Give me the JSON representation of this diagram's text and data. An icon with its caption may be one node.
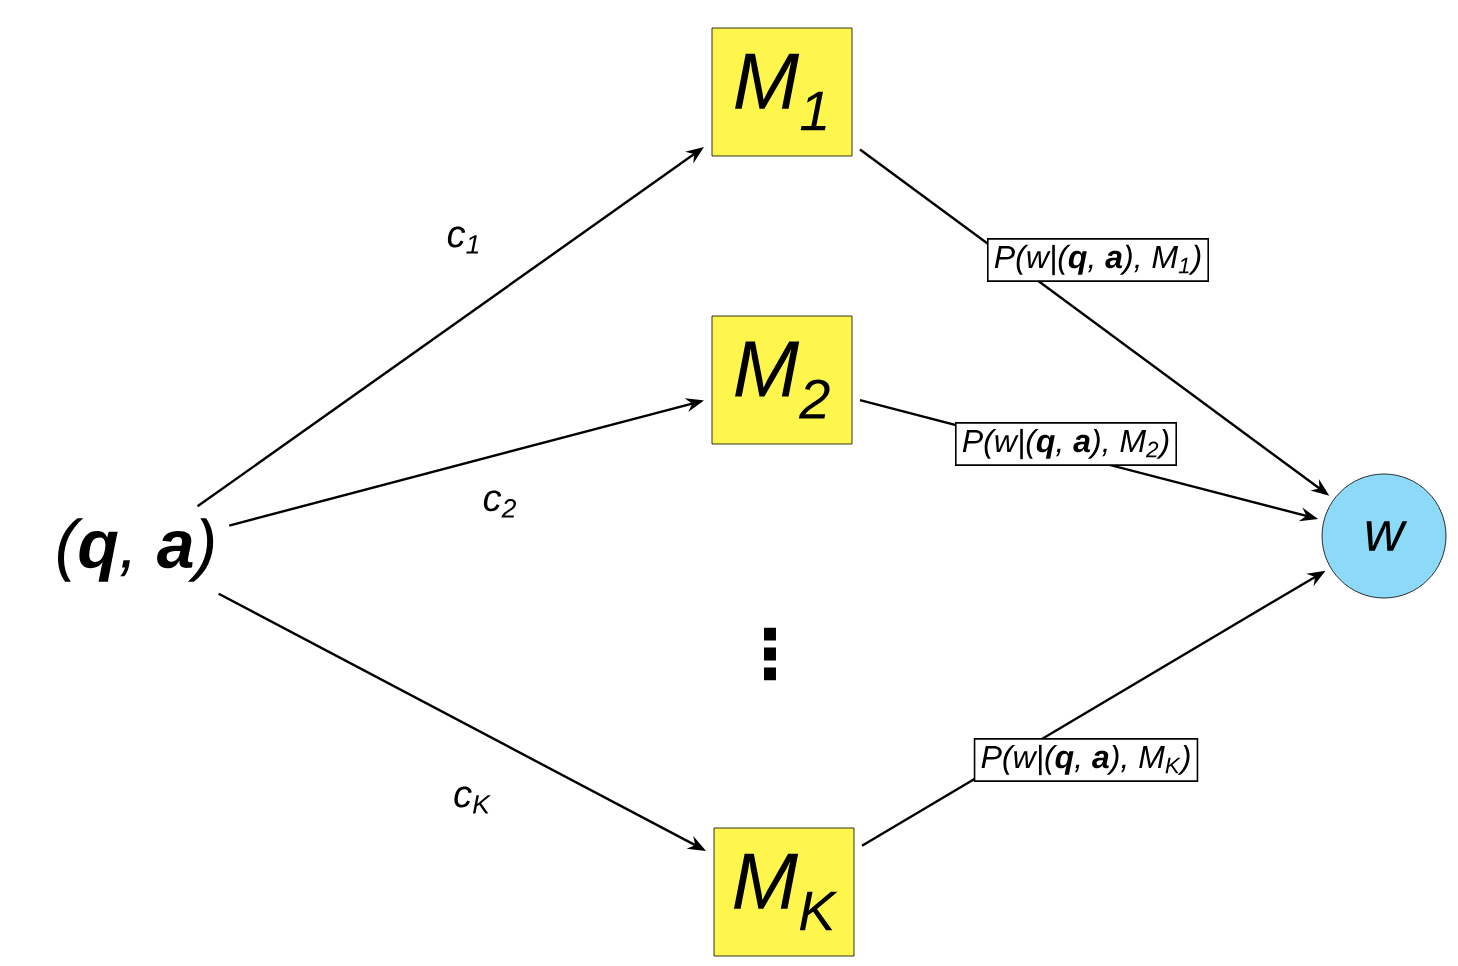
{
  "diagram": {
    "nodes": [
      {
        "text": [
          "(**q**, **a**)"
        ]
      },
      {
        "text": [
          "M$_{1}$"
        ]
      },
      {
        "text": [
          "M$_{2}$"
        ]
      },
      {
        "text": [
          "M$_{K}$"
        ]
      },
      {
        "text": [
          "w"
        ]
      }
    ],
    "edges": [
      {
        "from": 0,
        "to": 1,
        "arrow": "to",
        "label": "c$_{1}$"
      },
      {
        "from": 0,
        "to": 2,
        "arrow": "to",
        "label": "c$_{2}$"
      },
      {
        "from": 0,
        "to": 3,
        "arrow": "to",
        "label": "c$_{K}$"
      },
      {
        "from": 1,
        "to": 4,
        "arrow": "to",
        "label": "P(w|(**q**, **a**), M$_{1}$)"
      },
      {
        "from": 2,
        "to": 4,
        "arrow": "to",
        "label": "P(w|(**q**, **a**), M$_{2}$)"
      },
      {
        "from": 3,
        "to": 4,
        "arrow": "to",
        "label": "P(w|(**q**, **a**), M$_{K}$)"
      }
    ],
    "labels": [
      "⋮"
    ]
  }
}
